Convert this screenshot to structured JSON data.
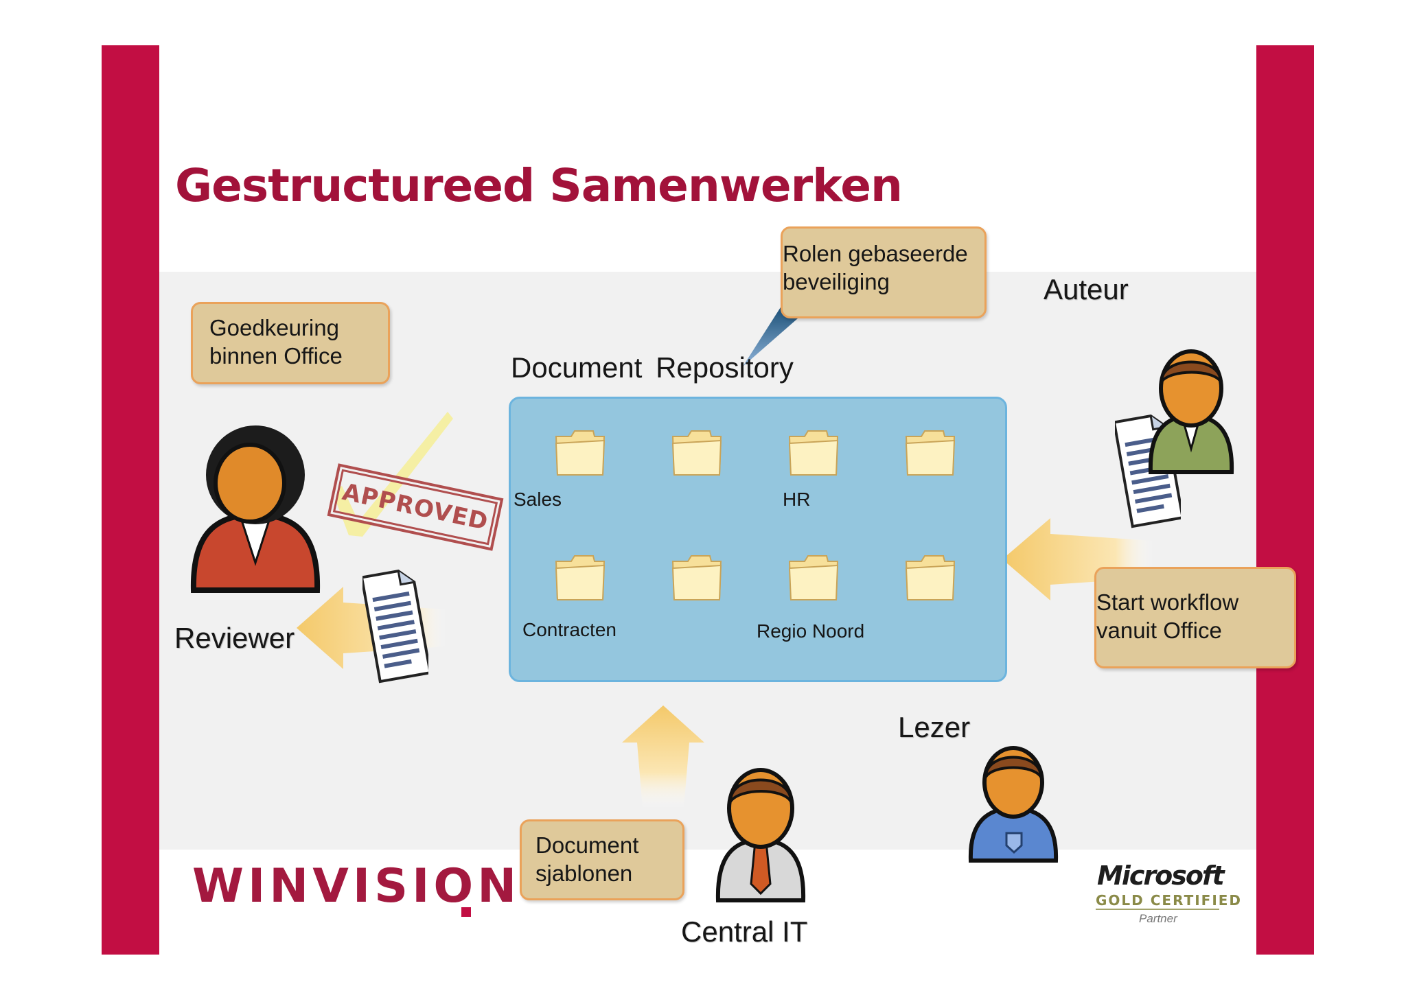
{
  "slide": {
    "title": "Gestructureed Samenwerken",
    "colors": {
      "accent": "#c20e43",
      "title": "#a2123a",
      "callout_fill": "#dfc99a",
      "callout_border": "#eaa25a",
      "repository": "#94c6de"
    }
  },
  "callouts": {
    "approval": [
      "Goedkeuring",
      "binnen Office"
    ],
    "security": [
      "Rolen gebaseerde",
      "beveiliging"
    ],
    "workflow": [
      "Start workflow",
      "vanuit Office"
    ],
    "templates": [
      "Document",
      "sjablonen"
    ]
  },
  "repository": {
    "title": "Document  Repository",
    "folders": [
      "Sales",
      "",
      "HR",
      "",
      "Contracten",
      "",
      "Regio Noord",
      ""
    ]
  },
  "roles": {
    "author": "Auteur",
    "reviewer": "Reviewer",
    "reader": "Lezer",
    "central_it": "Central IT"
  },
  "stamp": {
    "text": "APPROVED"
  },
  "logos": {
    "winvision": "WINVISION",
    "microsoft": "Microsoft",
    "microsoft_level": "GOLD CERTIFIED",
    "microsoft_partner": "Partner"
  }
}
